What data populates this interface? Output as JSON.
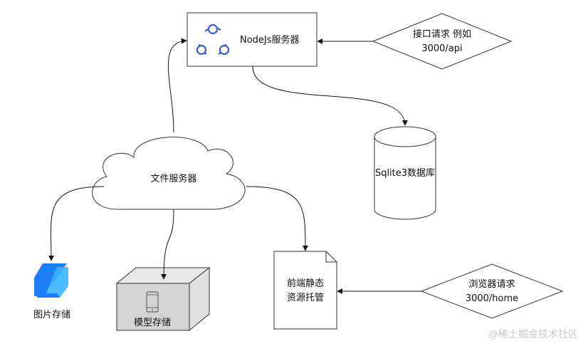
{
  "nodes": {
    "nodejs_server": {
      "label": "NodeJs服务器"
    },
    "api_request": {
      "line1": "接口请求 例如",
      "line2": "3000/api"
    },
    "sqlite": {
      "label": "Sqlite3数据库"
    },
    "file_server": {
      "label": "文件服务器"
    },
    "image_storage": {
      "label": "图片存储"
    },
    "model_storage": {
      "label": "模型存储"
    },
    "static_hosting": {
      "line1": "前端静态",
      "line2": "资源托管"
    },
    "browser_request": {
      "line1": "浏览器请求",
      "line2": "3000/home"
    }
  },
  "watermark": "@稀土掘金技术社区",
  "colors": {
    "stroke": "#333333",
    "nodejs_icon": "#3a5ccc",
    "image_logo_blue": "#1e7ef7",
    "image_logo_light": "#38b6ff",
    "model_box_front": "#d4d4d4",
    "model_box_side": "#e8e8e8"
  }
}
